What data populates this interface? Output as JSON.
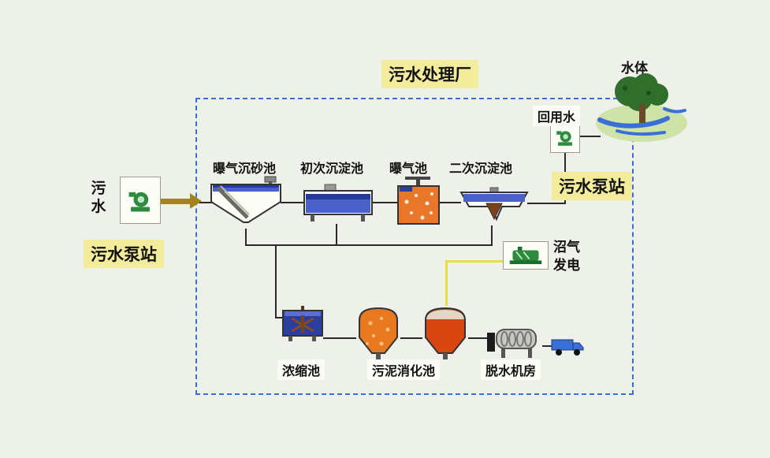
{
  "title": "污水处理厂",
  "outside": {
    "water_body": "水体",
    "reuse_water": "回用水",
    "pump_station_right": "污水泵站",
    "sewage_inflow": "污水",
    "pump_station_left": "污水泵站"
  },
  "process": {
    "grit_chamber": "曝气沉砂池",
    "primary_sedimentation": "初次沉淀池",
    "aeration_tank": "曝气池",
    "secondary_sedimentation": "二次沉淀池",
    "thickener": "浓缩池",
    "sludge_digester": "污泥消化池",
    "dewatering_room": "脱水机房",
    "biogas_line1": "沼气",
    "biogas_line2": "发电"
  },
  "colors": {
    "background": "#edf1e9",
    "label_highlight": "#f2ec9c",
    "boundary_dash": "#3b6fd4",
    "flow_arrow": "#a3831a",
    "process_line": "#2a2a2a",
    "biogas_line": "#e3df45",
    "water_blue": "#4a62c8",
    "aeration_orange": "#e8772a",
    "digester_red": "#d84612",
    "pump_green": "#2e8b3e"
  }
}
